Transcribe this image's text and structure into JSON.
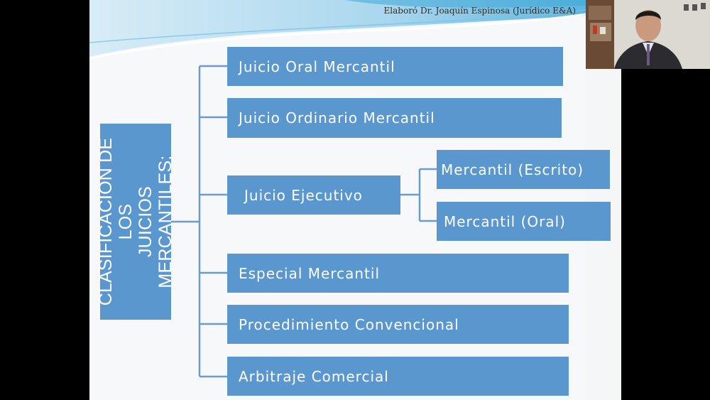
{
  "slide": {
    "credit": "Elaboró Dr. Joaquín Espinosa (Jurídico E&A)",
    "title_line1": "CLASIFICACIÓN DE LOS",
    "title_line2": "JUICIOS MERCANTILES:",
    "items": [
      {
        "label": "Juicio Oral Mercantil"
      },
      {
        "label": "Juicio Ordinario Mercantil"
      },
      {
        "label": "Juicio Ejecutivo",
        "children": [
          {
            "label": "Mercantil (Escrito)"
          },
          {
            "label": "Mercantil (Oral)"
          }
        ]
      },
      {
        "label": "Especial Mercantil"
      },
      {
        "label": "Procedimiento Convencional"
      },
      {
        "label": "Arbitraje Comercial"
      }
    ]
  },
  "colors": {
    "box": "#5b97cf",
    "connector": "#6b9ccc",
    "background": "#f6f8fa",
    "frame": "#000000"
  }
}
